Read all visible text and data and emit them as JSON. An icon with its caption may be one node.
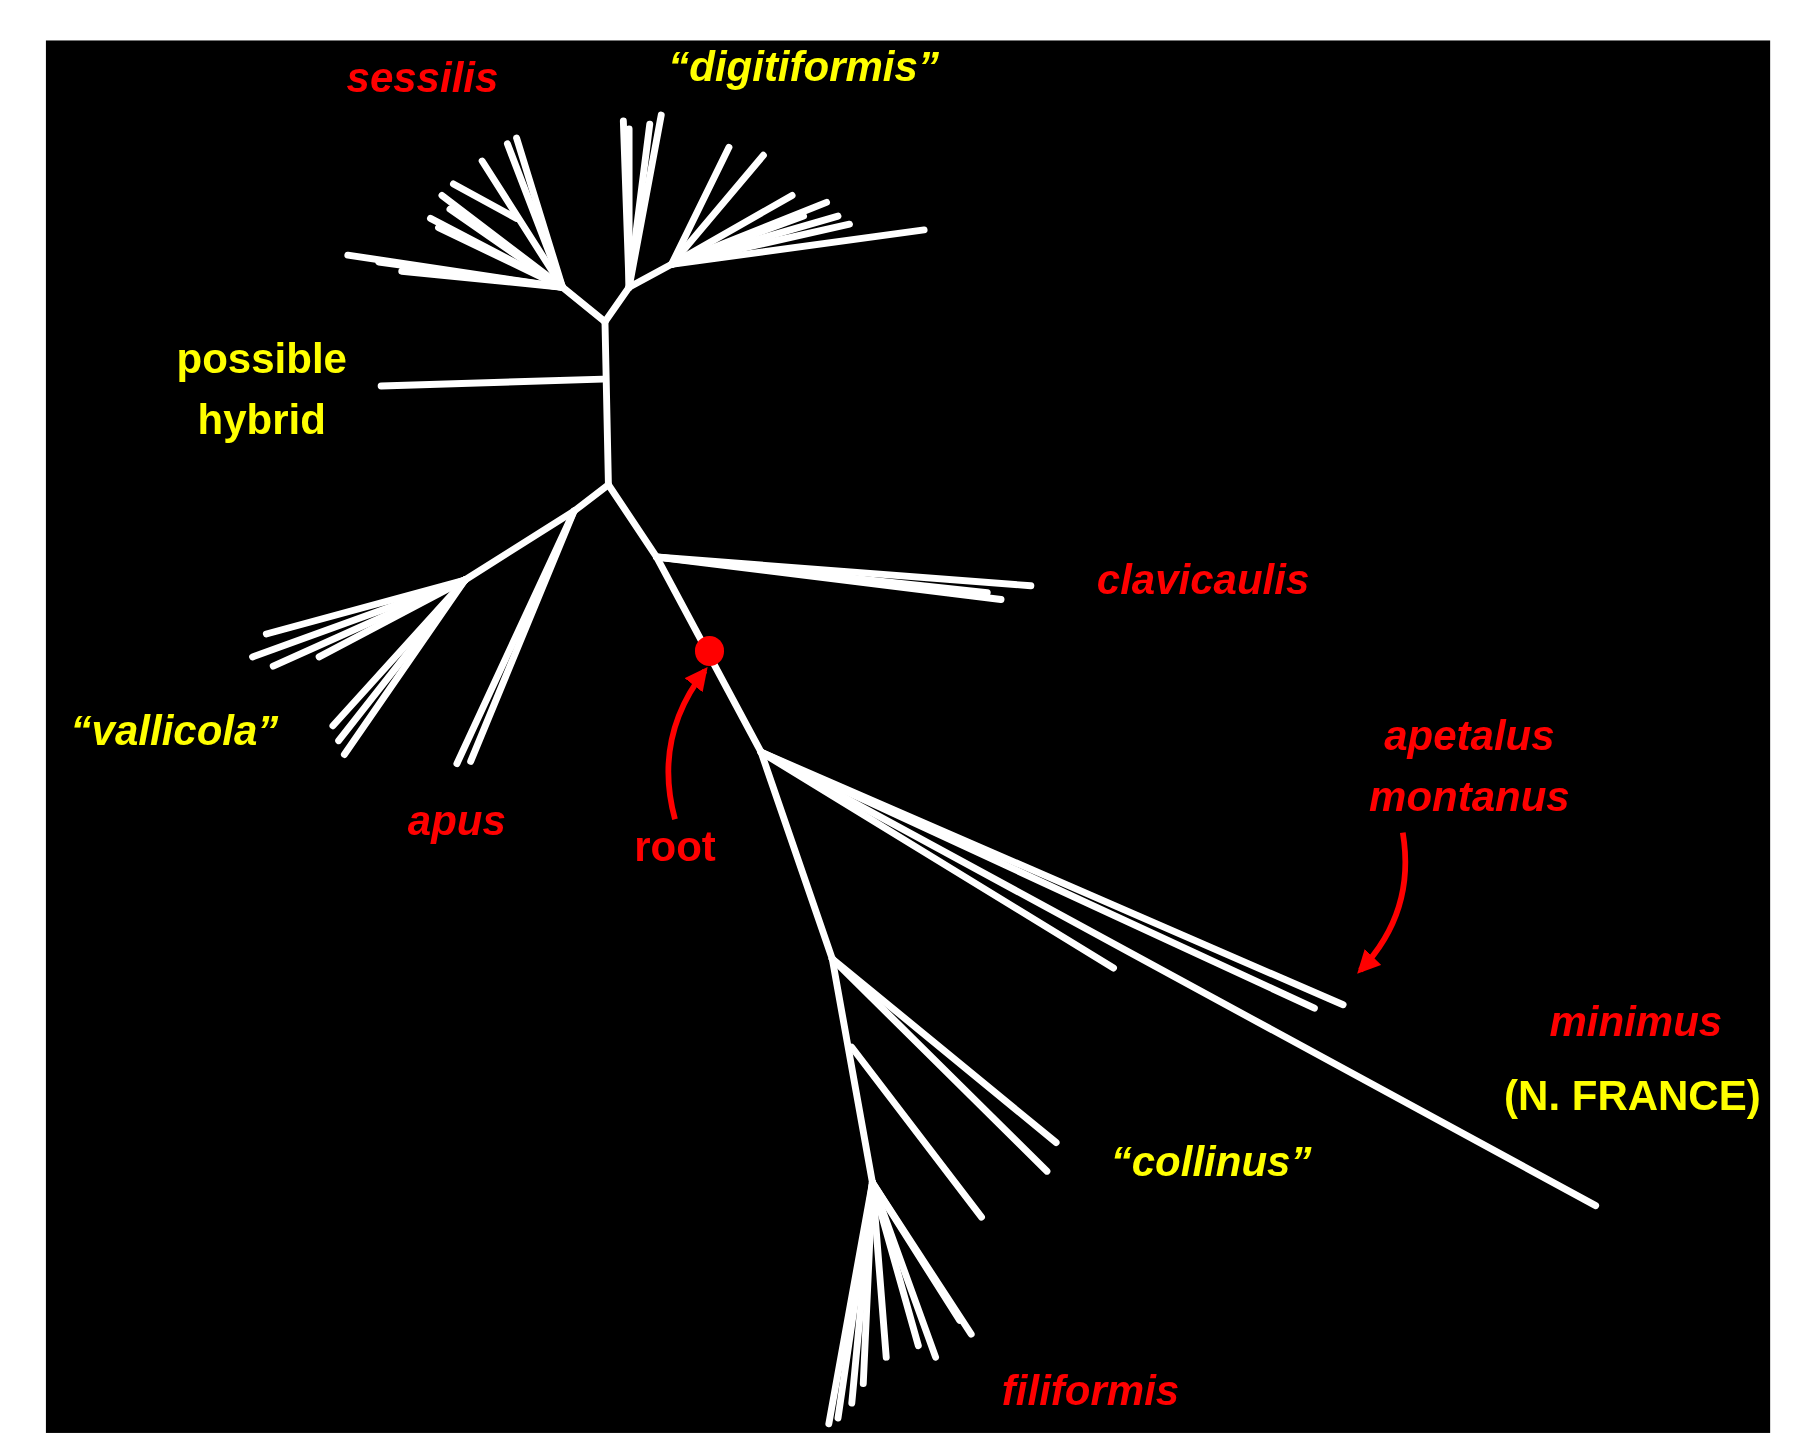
{
  "diagram": {
    "nodes": [
      {
        "text": [
          "root"
        ]
      },
      {
        "text": [],
        "shape": "circle"
      },
      {
        "text": [
          "apetalus montanus"
        ]
      }
    ],
    "edges": [
      {
        "from": 0,
        "to": 1,
        "arrow": "to"
      },
      {
        "from": 2,
        "to": null,
        "arrow": "to"
      }
    ],
    "labels": [
      "sessilis",
      "“digitiformis”",
      "possible hybrid",
      "clavicaulis",
      "“vallicola”",
      "apus",
      "minimus",
      "(N. FRANCE)",
      "“collinus”",
      "filiformis"
    ]
  }
}
